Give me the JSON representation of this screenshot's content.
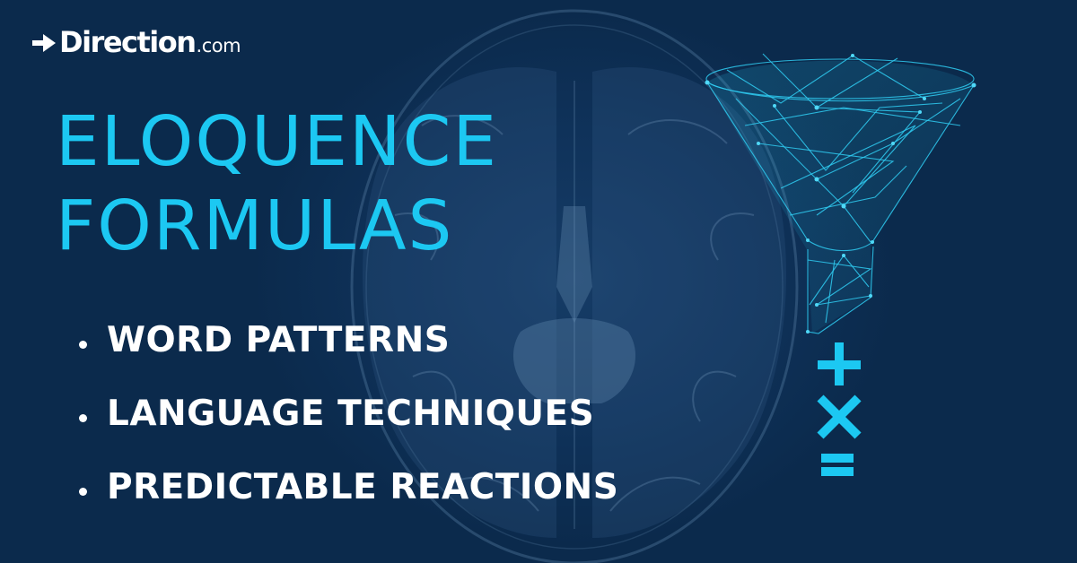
{
  "brand": {
    "logo_icon": "arrow-right-icon",
    "name": "Direction",
    "tld": ".com"
  },
  "headline": {
    "lines": [
      "ELOQUENCE",
      "FORMULAS"
    ]
  },
  "bullets": [
    {
      "text": "WORD PATTERNS"
    },
    {
      "text": "LANGUAGE TECHNIQUES"
    },
    {
      "text": "PREDICTABLE REACTIONS"
    }
  ],
  "graphics": {
    "background": "brain-mri-scan",
    "funnel": "wireframe-funnel-icon",
    "symbols": [
      "plus-icon",
      "multiply-icon",
      "equals-icon"
    ]
  },
  "colors": {
    "background": "#0b2a4c",
    "accent": "#1cc8f2",
    "text": "#ffffff"
  }
}
